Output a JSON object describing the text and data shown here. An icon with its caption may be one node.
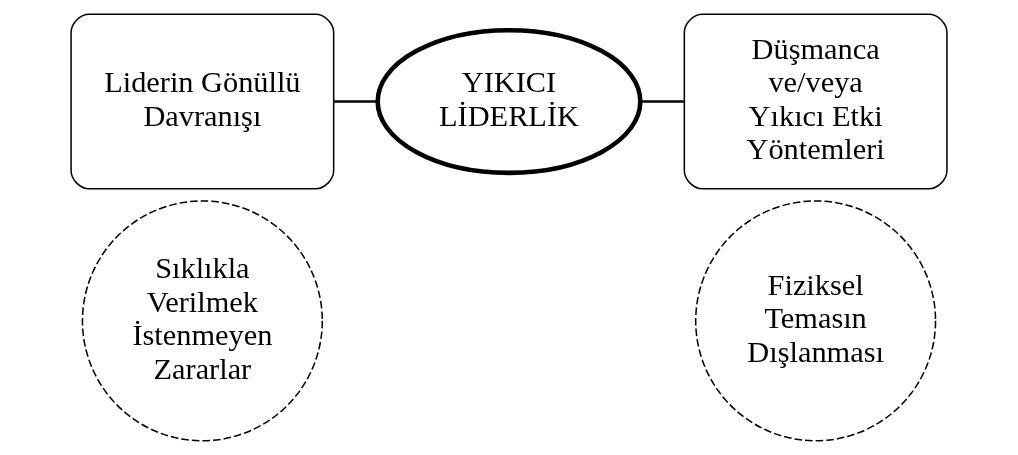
{
  "diagram": {
    "nodes": [
      {
        "text": [
          "YIKICI LİDERLİK"
        ]
      },
      {
        "text": [
          "Liderin Gönüllü Davranışı"
        ]
      },
      {
        "text": [
          "Düşmanca ve/veya Yıkıcı Etki Yöntemleri"
        ]
      },
      {
        "text": [
          "Sıklıkla Verilmek İstenmeyen Zararlar"
        ]
      },
      {
        "text": [
          "Fiziksel Temasın Dışlanması"
        ]
      }
    ],
    "edges": [
      {
        "from": 1,
        "to": 0,
        "arrow": "none"
      },
      {
        "from": 0,
        "to": 2,
        "arrow": "none"
      }
    ]
  }
}
